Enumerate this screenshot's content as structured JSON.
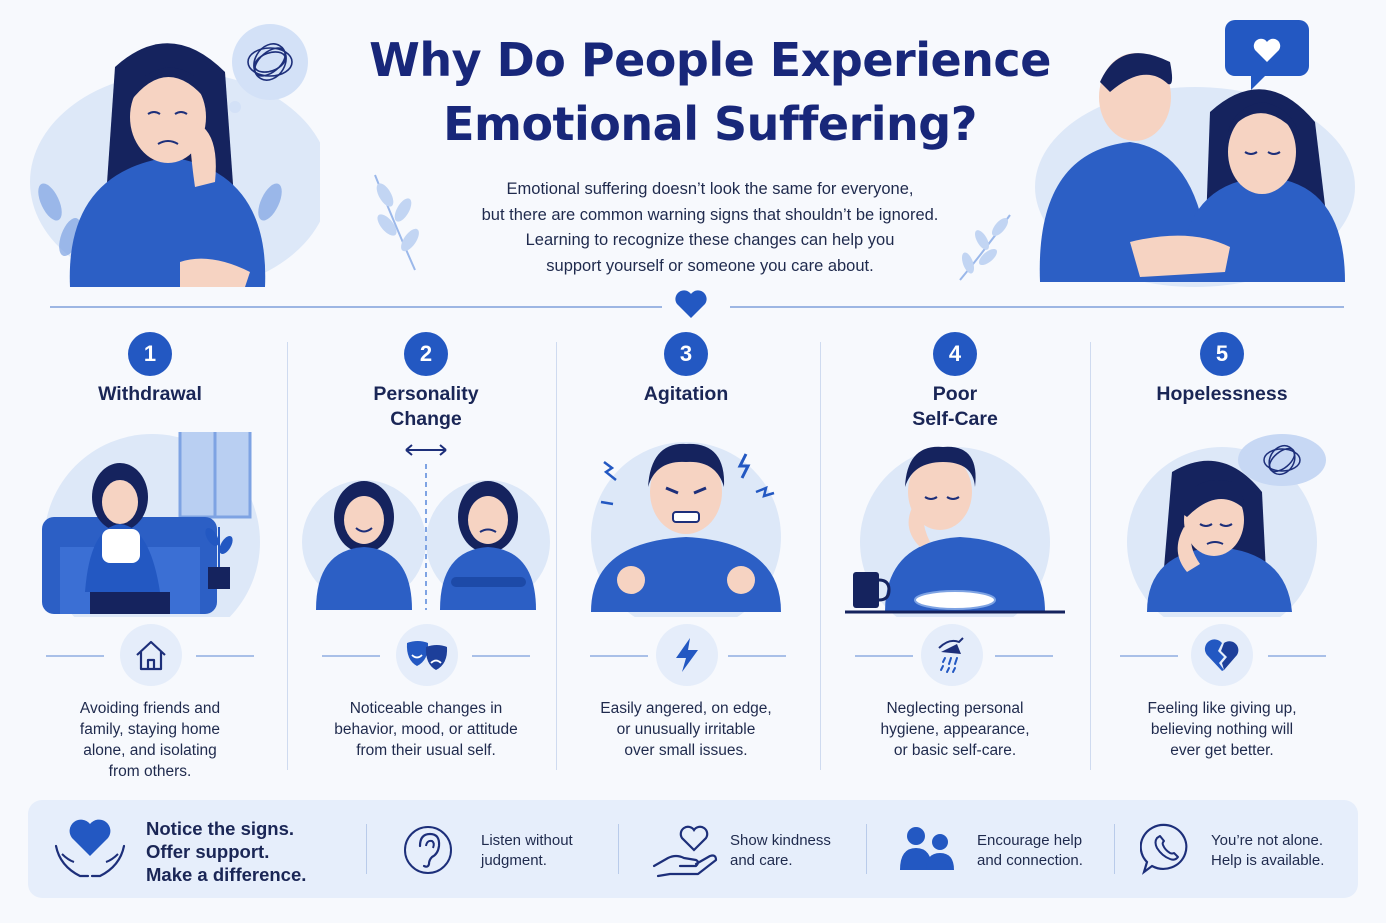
{
  "header": {
    "title_line1": "Why Do People Experience",
    "title_line2": "Emotional Suffering?",
    "intro_line1": "Emotional suffering doesn’t look the same for everyone,",
    "intro_line2": "but there are common warning signs that shouldn’t be ignored.",
    "intro_line3": "Learning to recognize these changes can help you",
    "intro_line4": "support yourself or someone you care about."
  },
  "signs": [
    {
      "number": "1",
      "title_line1": "Withdrawal",
      "title_line2": "",
      "desc_line1": "Avoiding friends and",
      "desc_line2": "family, staying home",
      "desc_line3": "alone, and isolating",
      "desc_line4": "from others.",
      "icon": "house-icon"
    },
    {
      "number": "2",
      "title_line1": "Personality",
      "title_line2": "Change",
      "desc_line1": "Noticeable changes in",
      "desc_line2": "behavior, mood, or attitude",
      "desc_line3": "from their usual self.",
      "desc_line4": "",
      "icon": "theater-masks-icon"
    },
    {
      "number": "3",
      "title_line1": "Agitation",
      "title_line2": "",
      "desc_line1": "Easily angered, on edge,",
      "desc_line2": "or unusually irritable",
      "desc_line3": "over small issues.",
      "desc_line4": "",
      "icon": "lightning-icon"
    },
    {
      "number": "4",
      "title_line1": "Poor",
      "title_line2": "Self-Care",
      "desc_line1": "Neglecting personal",
      "desc_line2": "hygiene, appearance,",
      "desc_line3": "or basic self-care.",
      "desc_line4": "",
      "icon": "shower-icon"
    },
    {
      "number": "5",
      "title_line1": "Hopelessness",
      "title_line2": "",
      "desc_line1": "Feeling like giving up,",
      "desc_line2": "believing nothing will",
      "desc_line3": "ever get better.",
      "desc_line4": "",
      "icon": "broken-heart-icon"
    }
  ],
  "footer": {
    "main_line1": "Notice the signs.",
    "main_line2": "Offer support.",
    "main_line3": "Make a difference.",
    "items": [
      {
        "line1": "Listen without",
        "line2": "judgment.",
        "icon": "ear-icon"
      },
      {
        "line1": "Show kindness",
        "line2": "and care.",
        "icon": "heart-hand-icon"
      },
      {
        "line1": "Encourage help",
        "line2": "and connection.",
        "icon": "people-icon"
      },
      {
        "line1": "You’re not alone.",
        "line2": "Help is available.",
        "icon": "phone-bubble-icon"
      }
    ]
  },
  "colors": {
    "primary": "#2358c2",
    "title": "#18277a",
    "light": "#dde8f8",
    "background": "#f7f9fd"
  }
}
